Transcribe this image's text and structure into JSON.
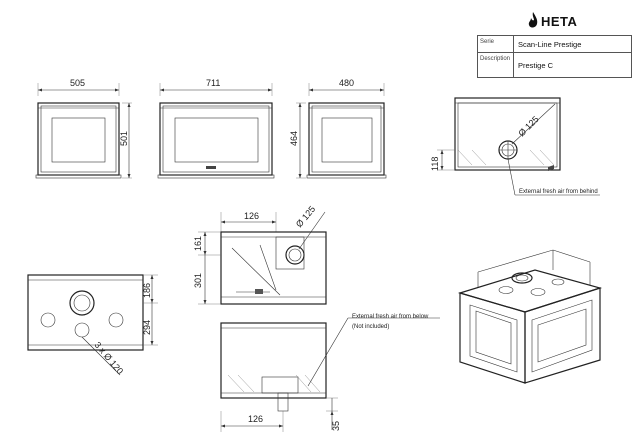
{
  "brand": {
    "name": "HETA"
  },
  "title_block": {
    "serie_label": "Serie",
    "serie_value": "Scan-Line Prestige",
    "description_label": "Description",
    "description_value": "Prestige C"
  },
  "dimensions": {
    "front_width": "505",
    "front_height": "501",
    "main_width": "711",
    "side_width": "480",
    "side_height": "464",
    "top_air_dia": "Ø 125",
    "top_air_height": "118",
    "mid_offset": "126",
    "mid_air_dia": "Ø 125",
    "mid_h1": "161",
    "mid_h2": "301",
    "bottom_h1": "186",
    "bottom_h2": "294",
    "bottom_holes": "3 x Ø 120",
    "lower_offset": "126",
    "lower_height": "35"
  },
  "notes": {
    "fresh_air_behind": "External fresh air from behind",
    "fresh_air_below": "External fresh air from below",
    "not_included": "(Not included)"
  }
}
